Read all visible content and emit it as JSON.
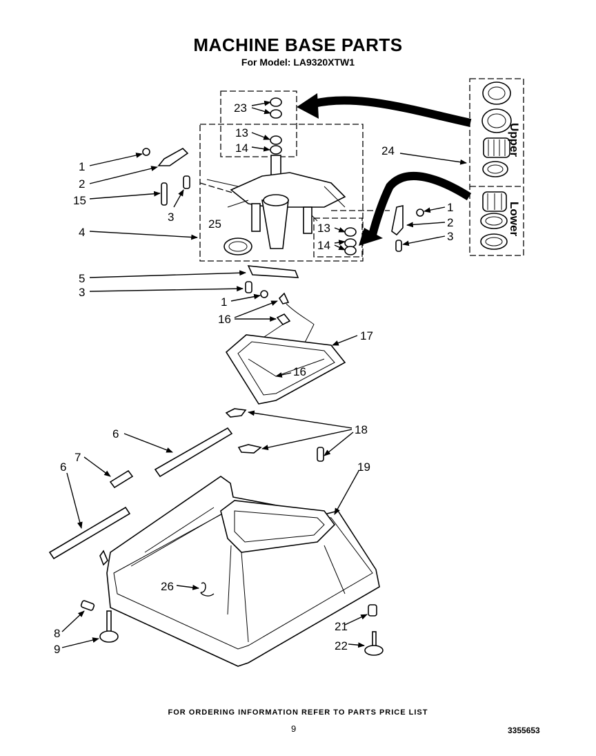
{
  "header": {
    "title": "MACHINE BASE PARTS",
    "subtitle": "For Model: LA9320XTW1"
  },
  "side_labels": {
    "upper": "Upper",
    "lower": "Lower"
  },
  "callouts": {
    "c23": "23",
    "c13a": "13",
    "c14a": "14",
    "c1a": "1",
    "c2a": "2",
    "c15": "15",
    "c3a": "3",
    "c24": "24",
    "c1b": "1",
    "c2b": "2",
    "c3b": "3",
    "c4": "4",
    "c25": "25",
    "c13b": "13",
    "c14b": "14",
    "c5": "5",
    "c3c": "3",
    "c1c": "1",
    "c16a": "16",
    "c16b": "16",
    "c17": "17",
    "c18": "18",
    "c6a": "6",
    "c7": "7",
    "c6b": "6",
    "c19": "19",
    "c26": "26",
    "c8": "8",
    "c9": "9",
    "c21": "21",
    "c22": "22"
  },
  "footer": {
    "note": "FOR ORDERING INFORMATION REFER TO PARTS PRICE LIST",
    "page": "9",
    "doc_number": "3355653"
  }
}
